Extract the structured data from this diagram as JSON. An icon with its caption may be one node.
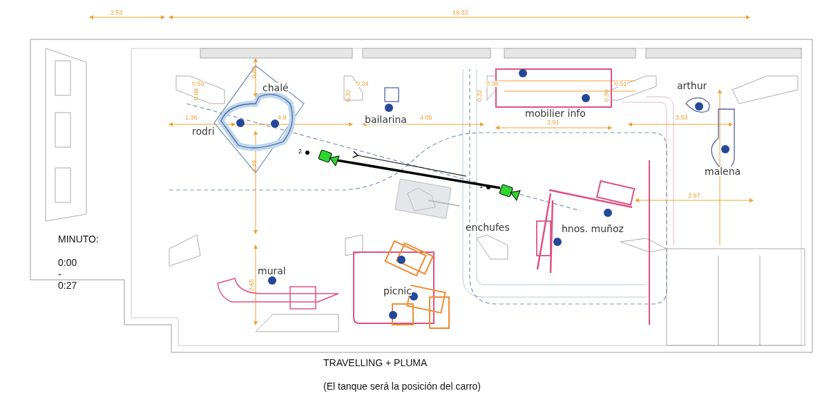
{
  "diagram": {
    "nodes": [
      {
        "text": [],
        "shape": "picture",
        "beside": [
          "2"
        ]
      },
      {
        "text": [],
        "shape": "picture",
        "beside": [
          "1"
        ]
      }
    ],
    "edges": [
      {
        "from": 1,
        "to": 0,
        "arrow": "none"
      }
    ],
    "labels": [
      "2.53",
      "19.33",
      "0.83",
      "chalé",
      "0.53",
      "0.08",
      "0.34",
      "0.32",
      "0.38",
      "0.32",
      "0.51",
      "0.30",
      "mobilier info",
      "arthur",
      "1.36",
      "4.8",
      "bailarina",
      "4.05",
      "3.91",
      "3.53",
      "rodri",
      "malena",
      "4.49",
      "3.97",
      "enchufes",
      "hnos. muñoz",
      "MINUTO:",
      "0:00",
      "-",
      "0:27",
      "mural",
      "2.65",
      "picnic",
      "TRAVELLING + PLUMA",
      "(El tanque será la posición del carro)"
    ]
  }
}
